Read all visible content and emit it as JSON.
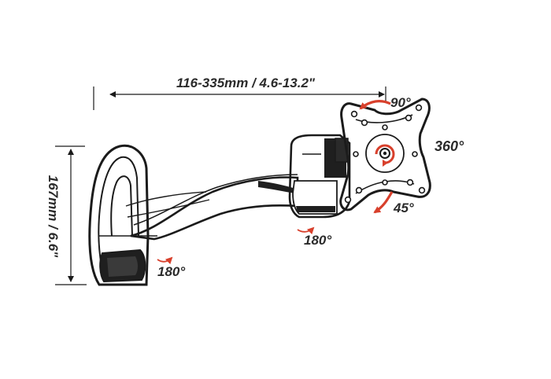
{
  "dimensions": {
    "width_label": "116-335mm / 4.6-13.2\"",
    "height_label": "167mm / 6.6\""
  },
  "rotations": {
    "tilt_up": "90°",
    "swivel_plate": "360°",
    "tilt_down": "45°",
    "arm_joint": "180°",
    "wall_joint": "180°"
  },
  "colors": {
    "arrow": "#d8402c",
    "line": "#1b1b1b"
  }
}
